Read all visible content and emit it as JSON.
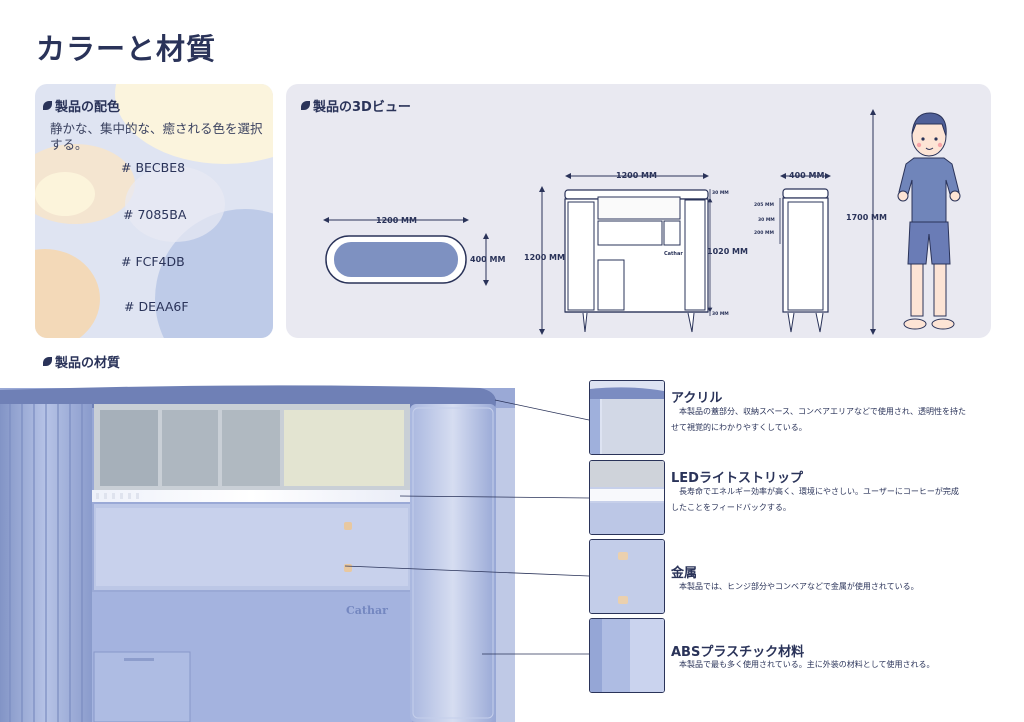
{
  "page": {
    "title": "カラーと材質"
  },
  "colors_section": {
    "label": "製品の配色",
    "description": "静かな、集中的な、癒される色を選択する。",
    "swatches": [
      {
        "code": "# BECBE8",
        "hex": "#BECBE8"
      },
      {
        "code": "# 7085BA",
        "hex": "#7085BA"
      },
      {
        "code": "# FCF4DB",
        "hex": "#FCF4DB"
      },
      {
        "code": "# DEAA6F",
        "hex": "#DEAA6F"
      }
    ]
  },
  "view_section": {
    "label": "製品の3Dビュー",
    "dimensions": {
      "top_width": "1200 MM",
      "top_depth": "400 MM",
      "front_width": "1200 MM",
      "front_height": "1200 MM",
      "front_body_height": "1020 MM",
      "front_top_gap": "30 MM",
      "front_bottom_gap": "30 MM",
      "side_width": "400 MM",
      "side_a": "205 MM",
      "side_b": "30 MM",
      "side_c": "200 MM",
      "human_height": "1700 MM"
    },
    "brand": "Cathar"
  },
  "materials_section": {
    "label": "製品の材質",
    "brand": "Cathar",
    "items": [
      {
        "title": "アクリル",
        "description": "本製品の蓋部分、収納スペース、コンベアエリアなどで使用され、透明性を持たせて視覚的にわかりやすくしている。"
      },
      {
        "title": "LEDライトストリップ",
        "description": "長寿命でエネルギー効率が高く、環境にやさしい。ユーザーにコーヒーが完成したことをフィードバックする。"
      },
      {
        "title": "金属",
        "description": "本製品では、ヒンジ部分やコンベアなどで金属が使用されている。"
      },
      {
        "title": "ABSプラスチック材料",
        "description": "本製品で最も多く使用されている。主に外装の材料として使用される。"
      }
    ]
  },
  "theme": {
    "navy": "#2a3359",
    "panel": "#e9e9f1"
  }
}
